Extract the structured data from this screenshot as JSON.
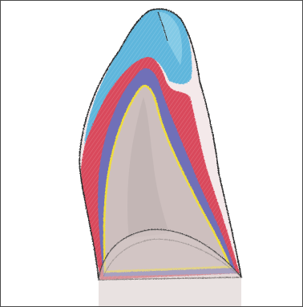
{
  "image": {
    "subject": "tooth-crown-cross-section-drawing",
    "medium": "colored-pencil",
    "colors": {
      "background": "#ffffff",
      "frame": "#4a4a4a",
      "outline": "#3a3a3a",
      "enamel_blue": "#5fb6dc",
      "enamel_blue_light": "#8fd0ea",
      "red_layer": "#d94a5c",
      "red_layer_light": "#e67684",
      "purple_layer": "#6f6fb8",
      "yellow_line": "#f0de3a",
      "dentin_gray": "#cdbfbe",
      "dentin_gray_dark": "#b3a6a6",
      "root_gray": "#d7cbc9"
    },
    "layers": [
      "enamel-cap",
      "red-outer-layer",
      "purple-layer",
      "yellow-boundary",
      "dentin-core",
      "root-section"
    ]
  }
}
